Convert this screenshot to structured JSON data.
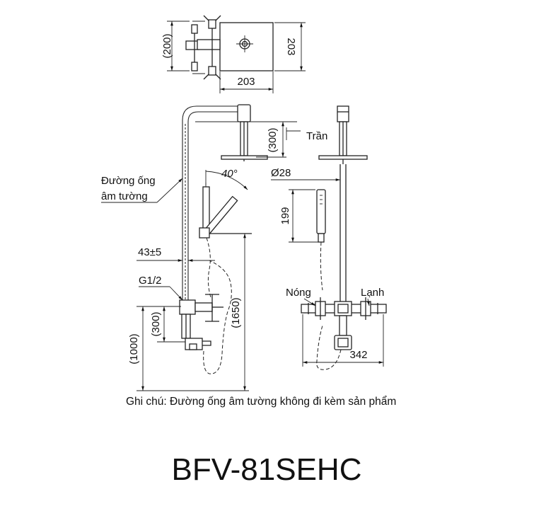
{
  "title": "BFV-81SEHC",
  "note": "Ghi chú: Đường ống âm tường không đi kèm sản phẩm",
  "labels": {
    "wall_pipe_line1": "Đường ống",
    "wall_pipe_line2": "âm tường",
    "ceiling": "Trần",
    "hot": "Nóng",
    "cold": "Lạnh",
    "thread": "G1/2",
    "angle": "40°"
  },
  "dimensions": {
    "top_vertical_left": "(200)",
    "top_vertical_right": "203",
    "top_horizontal": "203",
    "arm_drop": "(300)",
    "head_diameter": "Ø28",
    "handshower_length": "199",
    "wall_offset": "43±5",
    "mixer_to_outlet": "(300)",
    "mixer_height": "(1000)",
    "total_height": "(1650)",
    "inlet_spacing": "342"
  }
}
